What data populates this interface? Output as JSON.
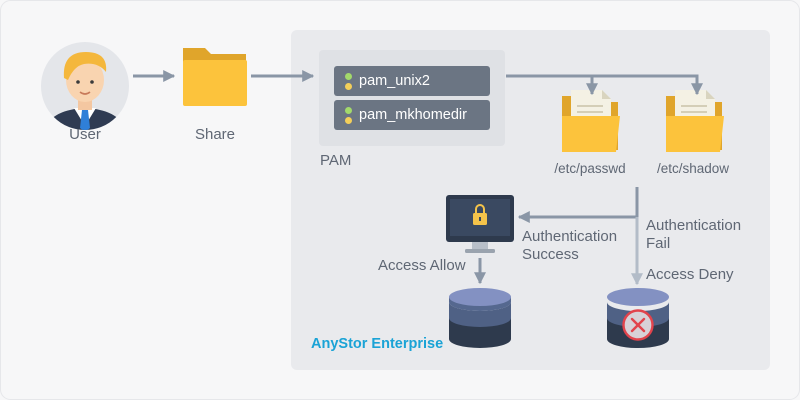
{
  "diagram": {
    "nodes": {
      "user": {
        "label": "User"
      },
      "share": {
        "label": "Share"
      },
      "pam": {
        "label": "PAM",
        "modules": [
          "pam_unix2",
          "pam_mkhomedir"
        ]
      },
      "passwd": {
        "label": "/etc/passwd"
      },
      "shadow": {
        "label": "/etc/shadow"
      },
      "auth_success": {
        "label_line1": "Authentication",
        "label_line2": "Success"
      },
      "auth_fail": {
        "label_line1": "Authentication",
        "label_line2": "Fail"
      },
      "access_allow": {
        "label": "Access Allow"
      },
      "access_deny": {
        "label": "Access Deny"
      },
      "system": {
        "label": "AnyStor Enterprise"
      }
    },
    "icons": {
      "user": "user-avatar-icon",
      "share": "folder-icon",
      "passwd": "document-folder-icon",
      "shadow": "document-folder-icon",
      "monitor": "locked-monitor-icon",
      "storage_allow": "database-icon",
      "storage_deny": "database-denied-icon"
    },
    "colors": {
      "background": "#f7f7f8",
      "panel": "#e9eaed",
      "arrow": "#8a96a6",
      "module_bg": "#6b7583",
      "module_dot_green": "#a3d96b",
      "module_dot_yellow": "#f3cf5a",
      "brand": "#1aa3d6",
      "text": "#5f6774",
      "folder": "#fcc33c",
      "deny": "#e2434c"
    }
  }
}
